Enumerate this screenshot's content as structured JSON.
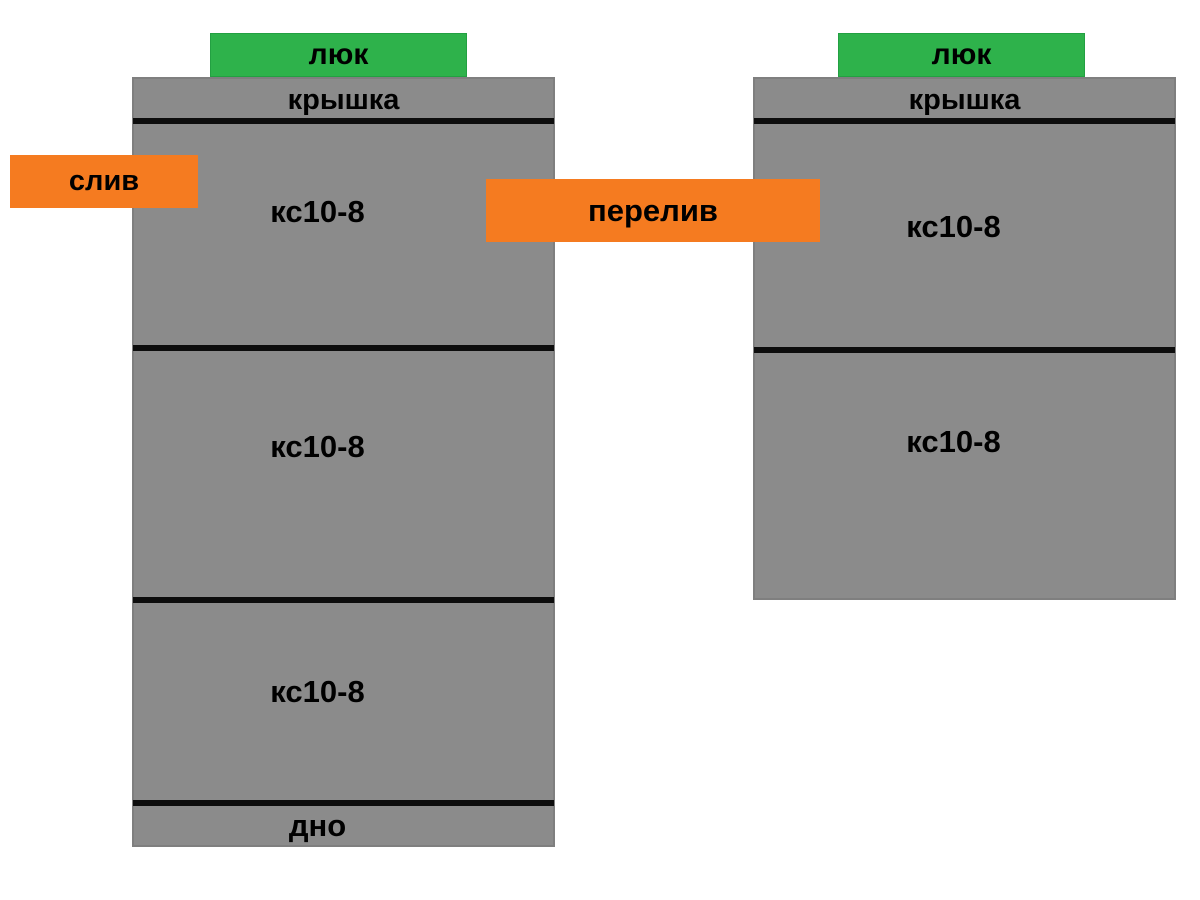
{
  "colors": {
    "tank_gray": "#8B8B8B",
    "hatch_green": "#2EB24B",
    "pipe_orange": "#F57B20",
    "joint_black": "#0D0D0D"
  },
  "tanks": {
    "left": {
      "hatch_label": "люк",
      "cover_label": "крышка",
      "rings": [
        "кс10-8",
        "кс10-8",
        "кс10-8"
      ],
      "bottom_label": "дно"
    },
    "right": {
      "hatch_label": "люк",
      "cover_label": "крышка",
      "rings": [
        "кс10-8",
        "кс10-8"
      ]
    }
  },
  "connections": {
    "drain": "слив",
    "overflow": "перелив"
  }
}
